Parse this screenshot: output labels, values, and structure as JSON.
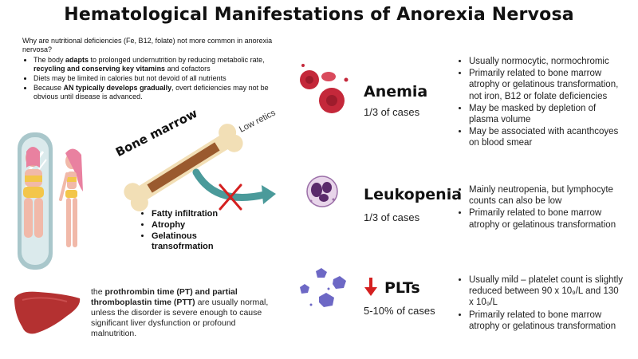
{
  "title": "Hematological Manifestations of Anorexia Nervosa",
  "intro": {
    "question": "Why are nutritional deficiencies (Fe, B12, folate) not more common in anorexia nervosa?",
    "bullets": [
      {
        "pre": "The body ",
        "b1": "adapts",
        "mid": " to prolonged undernutrition by reducing metabolic rate, ",
        "b2": "recycling and conserving key vitamins",
        "post": " and cofactors"
      },
      {
        "pre": "Diets may be limited in calories but not devoid of all nutrients",
        "b1": "",
        "mid": "",
        "b2": "",
        "post": ""
      },
      {
        "pre": "Because ",
        "b1": "AN typically develops gradually",
        "mid": ", overt deficiencies may not be obvious until disease is advanced.",
        "b2": "",
        "post": ""
      }
    ]
  },
  "bone": {
    "label": "Bone marrow",
    "low_retics": "Low retics",
    "bullets": [
      "Fatty infiltration",
      "Atrophy",
      "Gelatinous transofrmation"
    ]
  },
  "liver": {
    "pre": "the ",
    "bold": "prothrombin time (PT) and partial thromboplastin time (PTT)",
    "post": " are usually normal, unless the disorder is severe enough to cause significant liver dysfunction or profound malnutrition."
  },
  "sections": {
    "anemia": {
      "title": "Anemia",
      "count": "1/3 of cases",
      "bullets": [
        "Usually normocytic, normochromic",
        "Primarily related to bone marrow atrophy or gelatinous transformation, not iron, B12 or folate deficiencies",
        "May be masked by depletion of plasma volume",
        "May be associated with acanthcoyes on blood smear"
      ]
    },
    "leukopenia": {
      "title": "Leukopenia",
      "count": "1/3 of cases",
      "bullets": [
        "Mainly neutropenia, but lymphocyte counts can also be low",
        "Primarily related to bone marrow atrophy or gelatinous transformation"
      ]
    },
    "plts": {
      "title": "PLTs",
      "count": "5-10%  of cases",
      "bullets": [
        "Usually mild – platelet count is slightly reduced between 90 x 10₉/L and 130 x 10₉/L",
        "Primarily related to bone marrow atrophy or gelatinous transformation"
      ]
    }
  },
  "colors": {
    "rbc": "#c4283a",
    "arrow_down": "#d42020",
    "cross": "#d42020",
    "curved_arrow": "#4a9a9a",
    "liver": "#b43131",
    "wbc": "#9b6fa8",
    "platelet": "#6d68c5"
  }
}
